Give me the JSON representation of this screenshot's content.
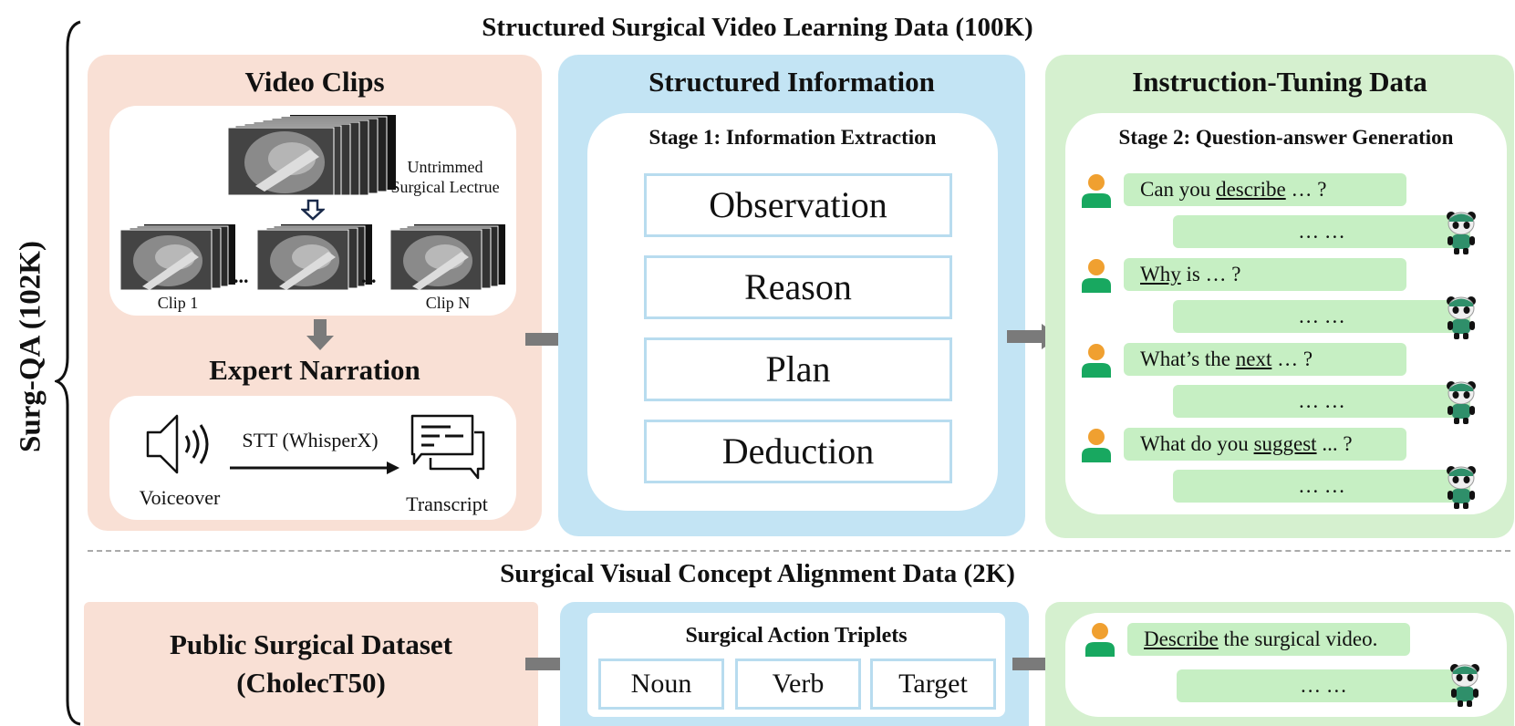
{
  "titles": {
    "top": "Structured Surgical Video Learning Data (100K)",
    "middle": "Surgical Visual Concept Alignment Data (2K)",
    "side": "Surg-QA (102K)"
  },
  "video_panel": {
    "title": "Video Clips",
    "untrimmed_label_line1": "Untrimmed",
    "untrimmed_label_line2": "Surgical Lectrue",
    "clip_first": "Clip 1",
    "clip_last": "Clip N",
    "ellipsis": "...",
    "narration_title": "Expert Narration",
    "voiceover": "Voiceover",
    "stt": "STT (WhisperX)",
    "transcript": "Transcript"
  },
  "structured_panel": {
    "title": "Structured Information",
    "stage": "Stage 1: Information Extraction",
    "items": [
      "Observation",
      "Reason",
      "Plan",
      "Deduction"
    ]
  },
  "instruction_panel": {
    "title": "Instruction-Tuning Data",
    "stage": "Stage 2: Question-answer Generation",
    "qa": [
      {
        "pre": "Can you ",
        "u": "describe",
        "post": " … ?",
        "answer": "… …"
      },
      {
        "pre": "",
        "u": "Why",
        "post": " is … ?",
        "answer": "… …"
      },
      {
        "pre": "What’s the ",
        "u": "next",
        "post": " … ?",
        "answer": "… …"
      },
      {
        "pre": "What do you ",
        "u": "suggest",
        "post": " ... ?",
        "answer": "… …"
      }
    ]
  },
  "bottom": {
    "dataset_line1": "Public Surgical Dataset",
    "dataset_line2": "(CholecT50)",
    "triplets_title": "Surgical Action Triplets",
    "triplets": [
      "Noun",
      "Verb",
      "Target"
    ],
    "qa": {
      "pre": "",
      "u": "Describe",
      "post": " the surgical video.",
      "answer": "… …"
    }
  },
  "colors": {
    "peach": "#f9e0d5",
    "blue": "#c3e4f4",
    "green": "#d5f0cf",
    "bubble": "#c6efc3",
    "user_head": "#f0a030",
    "user_body": "#18a860",
    "arrow": "#7a7a7a"
  },
  "icons": [
    "user-icon",
    "panda-bot-icon",
    "speaker-icon",
    "transcript-icon",
    "down-arrow-icon",
    "right-arrow-icon",
    "surgical-video-frame"
  ]
}
